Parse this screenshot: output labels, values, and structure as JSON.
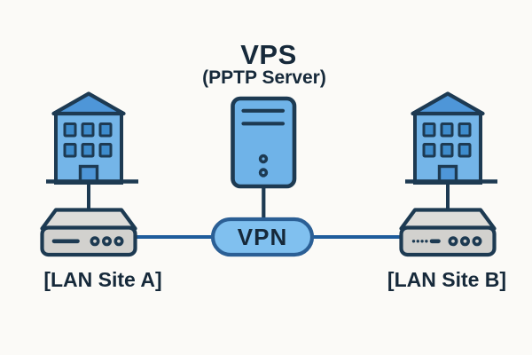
{
  "header": {
    "title": "VPS",
    "subtitle": "(PPTP Server)"
  },
  "nodes": {
    "vps_server": {
      "icon": "server-tower-icon"
    },
    "vpn": {
      "label": "VPN",
      "icon": "vpn-capsule"
    },
    "site_a": {
      "label": "[LAN Site A]",
      "building_icon": "office-building-icon",
      "router_icon": "router-icon"
    },
    "site_b": {
      "label": "[LAN Site B]",
      "building_icon": "office-building-icon",
      "router_icon": "router-icon"
    }
  },
  "links": [
    "building-a-to-router-a",
    "building-b-to-router-b",
    "server-to-vpn",
    "router-a-to-vpn",
    "vpn-to-router-b"
  ],
  "colors": {
    "bg": "#FBFAF7",
    "outline": "#1D3A52",
    "text": "#16293A",
    "building-body": "#74B5E8",
    "roof": "#4E96D8",
    "window": "#3E8CCC",
    "server": "#6FB3E8",
    "pill-fill": "#80C0EF",
    "pill-border": "#2B5F95",
    "line": "#1E5C9C",
    "router-top": "#DEDDDA",
    "router-front": "#D2D1CE"
  }
}
